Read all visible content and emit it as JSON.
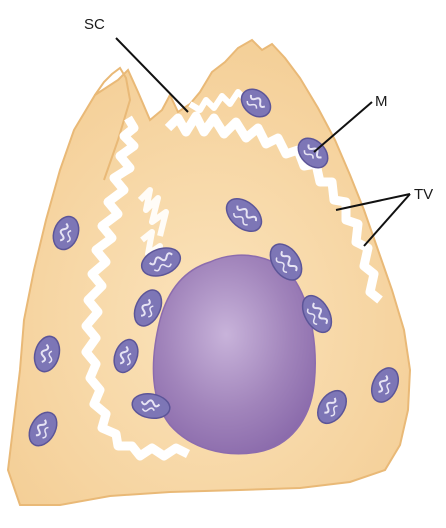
{
  "labels": {
    "sc": "SC",
    "m": "M",
    "tv": "TV"
  },
  "colors": {
    "cytoplasm": "#f6d6a3",
    "cytoplasm_edge": "#e9b977",
    "channel": "#ffffff",
    "mitochondrion": "#7d76b6",
    "mitochondrion_edge": "#5c5598",
    "cristae": "#e7e4f4",
    "nucleus": "#a184bb",
    "nucleus_edge": "#8c6cae",
    "leader": "#111111"
  }
}
